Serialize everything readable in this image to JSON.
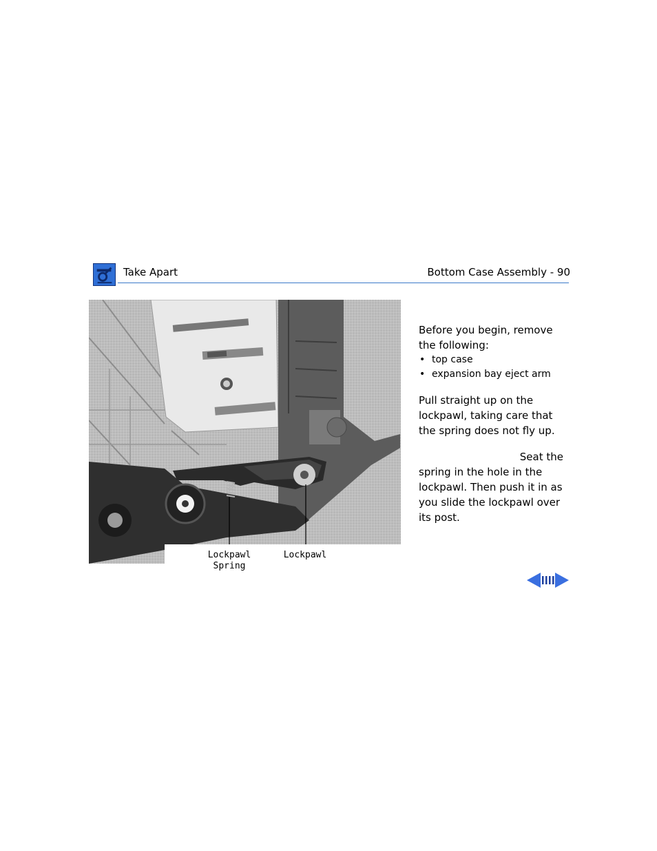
{
  "header": {
    "section": "Take Apart",
    "page_title": "Bottom Case Assembly -  90"
  },
  "figure": {
    "callout_spring": "Lockpawl\nSpring",
    "callout_spring_line1": "Lockpawl",
    "callout_spring_line2": "Spring",
    "callout_lockpawl": "Lockpawl"
  },
  "instructions": {
    "intro": "Before you begin, remove the following:",
    "prereqs": [
      "top case",
      "expansion bay eject arm"
    ],
    "step1": "Pull straight up on the lockpawl, taking care that the spring does not fly up.",
    "step2_lead": "Seat the",
    "step2_rest": "spring in the hole in the lockpawl. Then push it in as you slide the lockpawl over its post."
  },
  "nav": {
    "colors": {
      "arrow": "#3a6fe0",
      "arrow_dark": "#1d3f9e"
    },
    "icons": [
      "previous-page-icon",
      "index-icon",
      "next-page-icon"
    ]
  }
}
